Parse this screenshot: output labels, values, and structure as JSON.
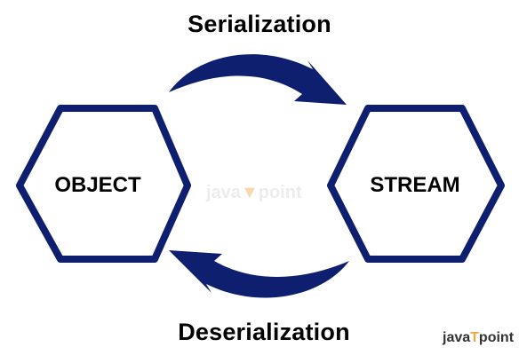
{
  "labels": {
    "top_arrow": "Serialization",
    "bottom_arrow": "Deserialization"
  },
  "nodes": {
    "left": "OBJECT",
    "right": "STREAM"
  },
  "watermark": {
    "center_text_left": "java",
    "center_text_right": "point"
  },
  "logo": {
    "text_left": "java",
    "text_right": "point"
  },
  "colors": {
    "hex_border": "#0e1f6f",
    "arrow_fill": "#0e1f6f",
    "text": "#000000",
    "watermark": "#ececec",
    "logo_accent": "#f2a83a"
  }
}
